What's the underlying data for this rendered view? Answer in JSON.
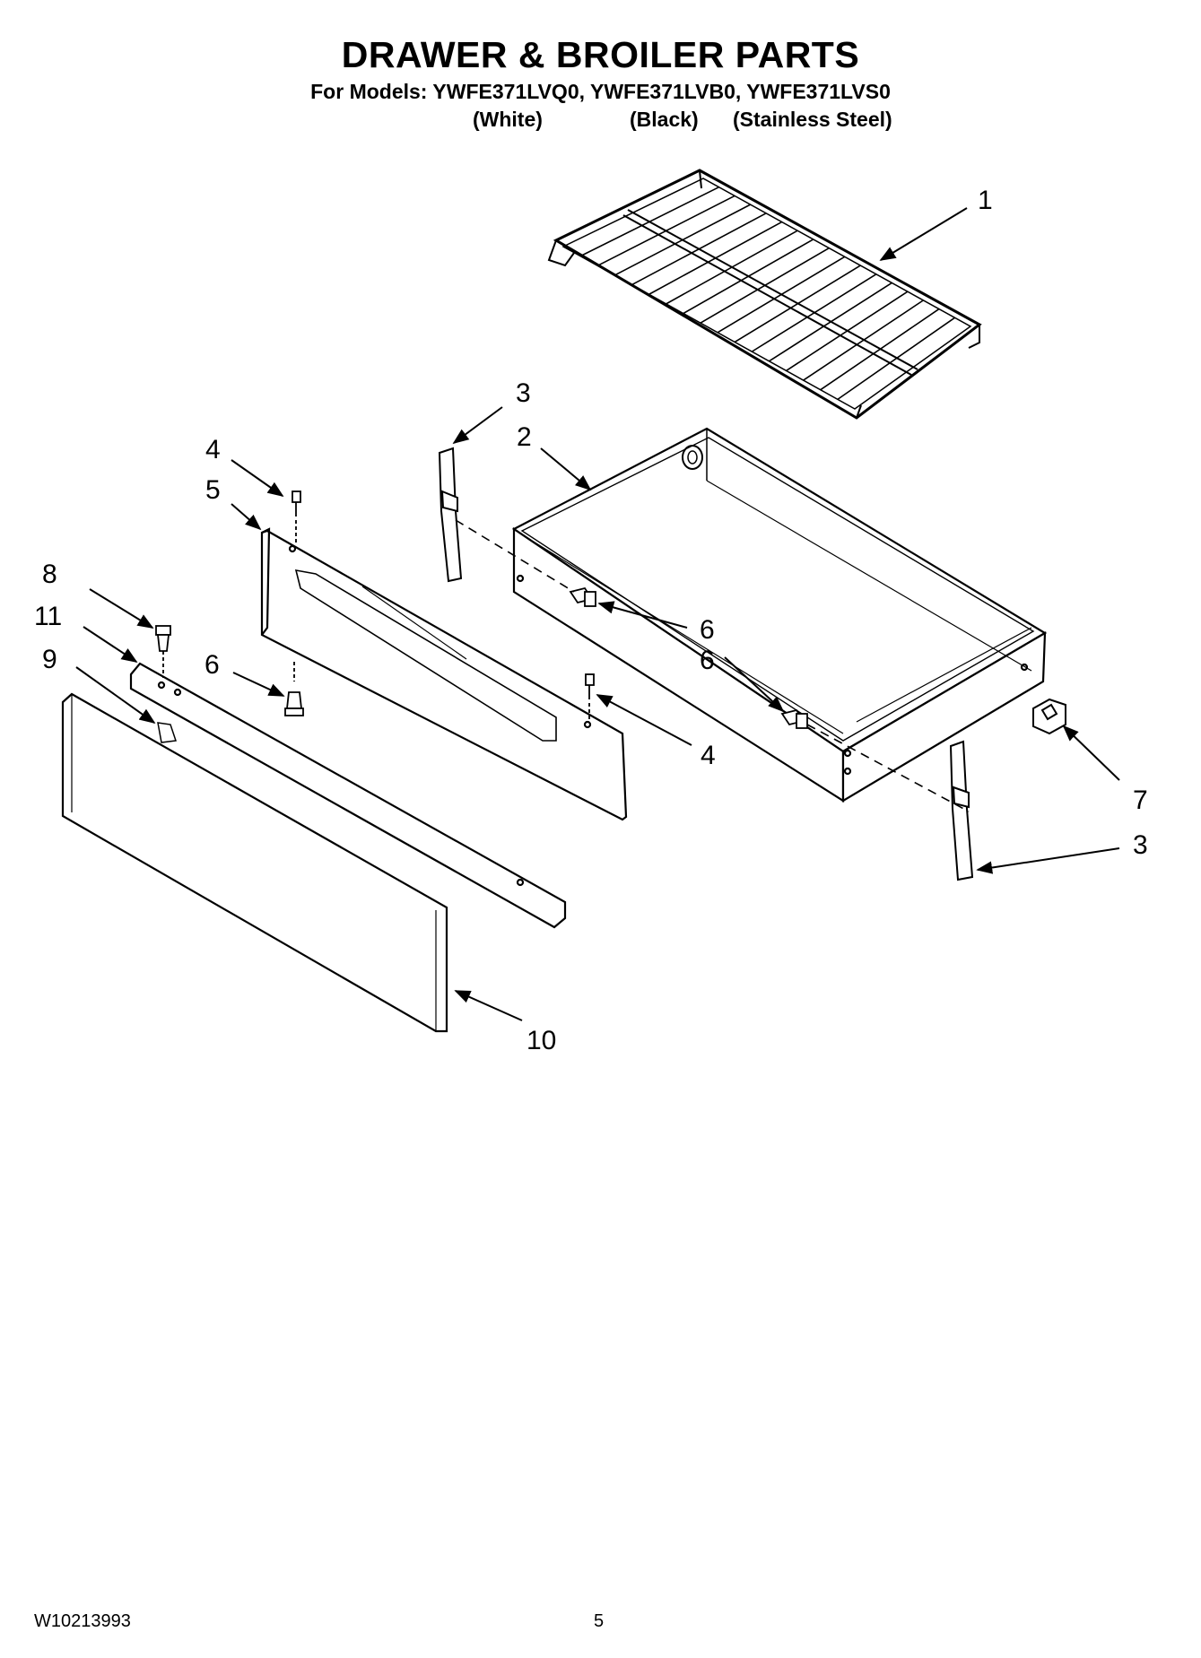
{
  "header": {
    "title": "DRAWER & BROILER PARTS",
    "models_line": "For Models: YWFE371LVQ0, YWFE371LVB0, YWFE371LVS0",
    "variants": [
      "(White)",
      "(Black)",
      "(Stainless Steel)"
    ]
  },
  "callouts": [
    "1",
    "2",
    "3",
    "3",
    "4",
    "4",
    "5",
    "6",
    "6",
    "6",
    "7",
    "8",
    "9",
    "10",
    "11"
  ],
  "footer": {
    "document_number": "W10213993",
    "page_number": "5"
  }
}
